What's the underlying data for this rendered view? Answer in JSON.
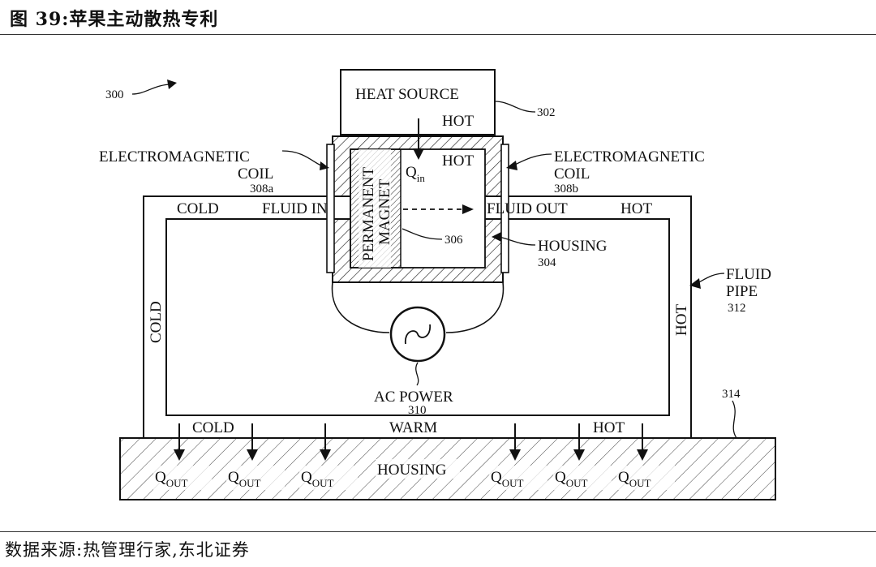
{
  "header": {
    "figure_no": "图 39:",
    "title": "苹果主动散热专利"
  },
  "diagram": {
    "ref_system": "300",
    "heat_source": {
      "label": "HEAT SOURCE",
      "state": "HOT",
      "ref": "302"
    },
    "housing_top_state": "HOT",
    "q_in": {
      "main": "Q",
      "sub": "in"
    },
    "permanent_magnet": {
      "line1": "PERMANENT",
      "line2": "MAGNET",
      "ref": "306"
    },
    "coil_left": {
      "line1": "ELECTROMAGNETIC",
      "line2": "COIL",
      "ref": "308a"
    },
    "coil_right": {
      "line1": "ELECTROMAGNETIC",
      "line2": "COIL",
      "ref": "308b"
    },
    "housing_inner": {
      "label": "HOUSING",
      "ref": "304"
    },
    "fluid_in": "FLUID IN",
    "fluid_out": "FLUID OUT",
    "cold_top": "COLD",
    "hot_top": "HOT",
    "cold_side": "COLD",
    "hot_side": "HOT",
    "fluid_pipe": {
      "line1": "FLUID",
      "line2": "PIPE",
      "ref": "312"
    },
    "ac_power": {
      "label": "AC POWER",
      "ref": "310"
    },
    "bottom_cold": "COLD",
    "bottom_warm": "WARM",
    "bottom_hot": "HOT",
    "base_housing": {
      "label": "HOUSING",
      "ref": "314"
    },
    "q_out": {
      "main": "Q",
      "sub": "OUT"
    }
  },
  "footer": {
    "source": "数据来源:热管理行家,东北证券"
  }
}
